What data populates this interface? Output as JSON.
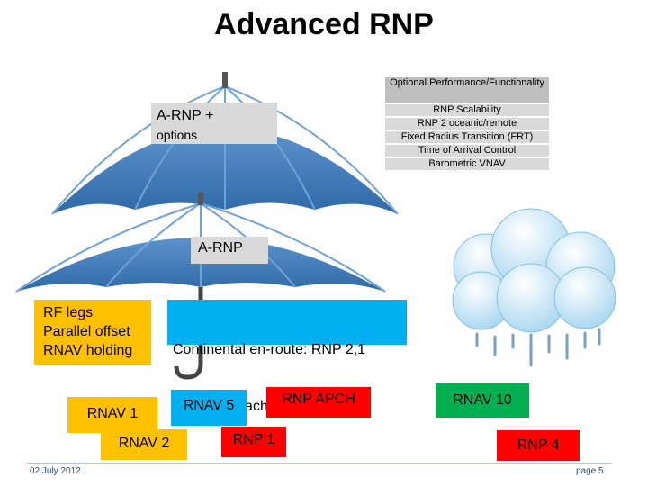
{
  "title": "Advanced RNP",
  "optional": {
    "heading": "Optional Performance/Functionality",
    "items": [
      "RNP Scalability",
      "RNP 2 oceanic/remote",
      "Fixed Radius Transition (FRT)",
      "Time of Arrival Control",
      "Barometric VNAV"
    ]
  },
  "arnp_plus": {
    "label": "A-RNP +",
    "sub": "options"
  },
  "arnp": {
    "label": "A-RNP"
  },
  "rf_box": {
    "lines": [
      "RF legs",
      "Parallel offset",
      "RNAV holding"
    ]
  },
  "continental": {
    "lines": [
      "Continental en-route: RNP 2,1",
      "Final approach:       RNP 0.3"
    ]
  },
  "tags": {
    "rnav1": "RNAV 1",
    "rnav2": "RNAV 2",
    "rnav5": "RNAV 5",
    "rnp_apch": "RNP APCH",
    "rnp1": "RNP 1",
    "rnav10": "RNAV 10",
    "rnp4": "RNP 4"
  },
  "footer": {
    "date": "02 July 2012",
    "page": "page 5"
  },
  "colors": {
    "orange": "#ffc000",
    "cyan": "#00b0f0",
    "red": "#ff0000",
    "green": "#00b050",
    "umbrella": "#3d7ab8"
  }
}
